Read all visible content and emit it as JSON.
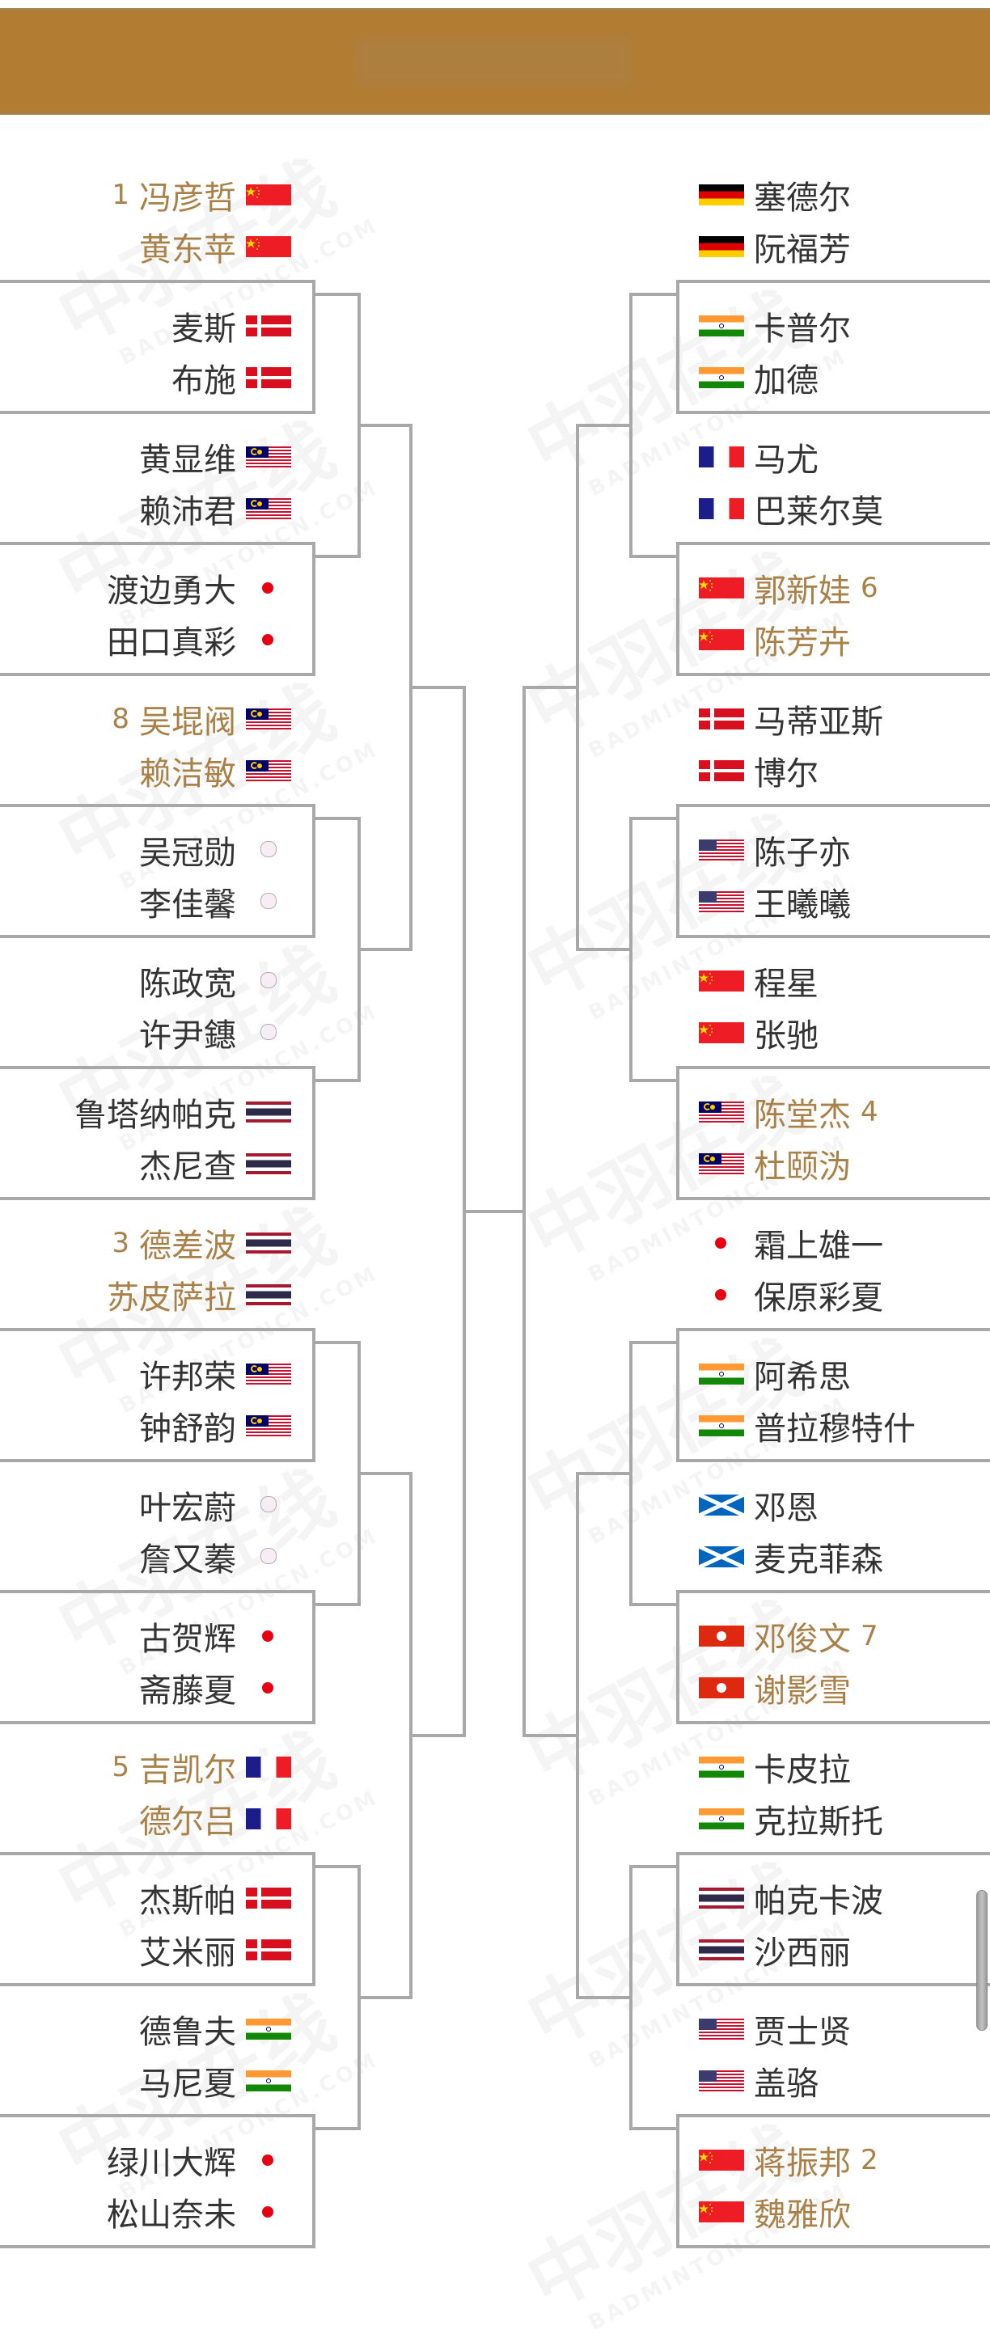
{
  "header": {
    "color": "#b27c33"
  },
  "colors": {
    "seed_text": "#a98148",
    "normal_text": "#333333",
    "bracket_line": "#a8a8a8"
  },
  "flags": {
    "CHN": "china-flag",
    "DEN": "denmark-flag",
    "MAS": "malaysia-flag",
    "JPN": "japan-flag",
    "TPE": "chinese-taipei-flag",
    "THA": "thailand-flag",
    "FRA": "france-flag",
    "IND": "india-flag",
    "GER": "germany-flag",
    "USA": "usa-flag",
    "SCO": "scotland-flag",
    "HKG": "hong-kong-flag"
  },
  "left": [
    {
      "seed": "1",
      "boxed": false,
      "country": "CHN",
      "players": [
        "冯彦哲",
        "黄东苹"
      ]
    },
    {
      "seed": "",
      "boxed": true,
      "country": "DEN",
      "players": [
        "麦斯",
        "布施"
      ]
    },
    {
      "seed": "",
      "boxed": false,
      "country": "MAS",
      "players": [
        "黄显维",
        "赖沛君"
      ]
    },
    {
      "seed": "",
      "boxed": true,
      "country": "JPN",
      "players": [
        "渡边勇大",
        "田口真彩"
      ]
    },
    {
      "seed": "8",
      "boxed": false,
      "country": "MAS",
      "players": [
        "吴堒阀",
        "赖洁敏"
      ]
    },
    {
      "seed": "",
      "boxed": true,
      "country": "TPE",
      "players": [
        "吴冠勋",
        "李佳馨"
      ]
    },
    {
      "seed": "",
      "boxed": false,
      "country": "TPE",
      "players": [
        "陈政宽",
        "许尹鏸"
      ]
    },
    {
      "seed": "",
      "boxed": true,
      "country": "THA",
      "players": [
        "鲁塔纳帕克",
        "杰尼查"
      ]
    },
    {
      "seed": "3",
      "boxed": false,
      "country": "THA",
      "players": [
        "德差波",
        "苏皮萨拉"
      ]
    },
    {
      "seed": "",
      "boxed": true,
      "country": "MAS",
      "players": [
        "许邦荣",
        "钟舒韵"
      ]
    },
    {
      "seed": "",
      "boxed": false,
      "country": "TPE",
      "players": [
        "叶宏蔚",
        "詹又蓁"
      ]
    },
    {
      "seed": "",
      "boxed": true,
      "country": "JPN",
      "players": [
        "古贺辉",
        "斋藤夏"
      ]
    },
    {
      "seed": "5",
      "boxed": false,
      "country": "FRA",
      "players": [
        "吉凯尔",
        "德尔吕"
      ]
    },
    {
      "seed": "",
      "boxed": true,
      "country": "DEN",
      "players": [
        "杰斯帕",
        "艾米丽"
      ]
    },
    {
      "seed": "",
      "boxed": false,
      "country": "IND",
      "players": [
        "德鲁夫",
        "马尼夏"
      ]
    },
    {
      "seed": "",
      "boxed": true,
      "country": "JPN",
      "players": [
        "绿川大辉",
        "松山奈未"
      ]
    }
  ],
  "right": [
    {
      "seed": "",
      "boxed": false,
      "country": "GER",
      "players": [
        "塞德尔",
        "阮福芳"
      ]
    },
    {
      "seed": "",
      "boxed": true,
      "country": "IND",
      "players": [
        "卡普尔",
        "加德"
      ]
    },
    {
      "seed": "",
      "boxed": false,
      "country": "FRA",
      "players": [
        "马尤",
        "巴莱尔莫"
      ]
    },
    {
      "seed": "6",
      "boxed": true,
      "country": "CHN",
      "players": [
        "郭新娃",
        "陈芳卉"
      ]
    },
    {
      "seed": "",
      "boxed": false,
      "country": "DEN",
      "players": [
        "马蒂亚斯",
        "博尔"
      ]
    },
    {
      "seed": "",
      "boxed": true,
      "country": "USA",
      "players": [
        "陈子亦",
        "王曦曦"
      ]
    },
    {
      "seed": "",
      "boxed": false,
      "country": "CHN",
      "players": [
        "程星",
        "张驰"
      ]
    },
    {
      "seed": "4",
      "boxed": true,
      "country": "MAS",
      "players": [
        "陈堂杰",
        "杜颐沩"
      ]
    },
    {
      "seed": "",
      "boxed": false,
      "country": "JPN",
      "players": [
        "霜上雄一",
        "保原彩夏"
      ]
    },
    {
      "seed": "",
      "boxed": true,
      "country": "IND",
      "players": [
        "阿希思",
        "普拉穆特什"
      ]
    },
    {
      "seed": "",
      "boxed": false,
      "country": "SCO",
      "players": [
        "邓恩",
        "麦克菲森"
      ]
    },
    {
      "seed": "7",
      "boxed": true,
      "country": "HKG",
      "players": [
        "邓俊文",
        "谢影雪"
      ]
    },
    {
      "seed": "",
      "boxed": false,
      "country": "IND",
      "players": [
        "卡皮拉",
        "克拉斯托"
      ]
    },
    {
      "seed": "",
      "boxed": true,
      "country": "THA",
      "players": [
        "帕克卡波",
        "沙西丽"
      ]
    },
    {
      "seed": "",
      "boxed": false,
      "country": "USA",
      "players": [
        "贾士贤",
        "盖骆"
      ]
    },
    {
      "seed": "2",
      "boxed": true,
      "country": "CHN",
      "players": [
        "蒋振邦",
        "魏雅欣"
      ]
    }
  ]
}
